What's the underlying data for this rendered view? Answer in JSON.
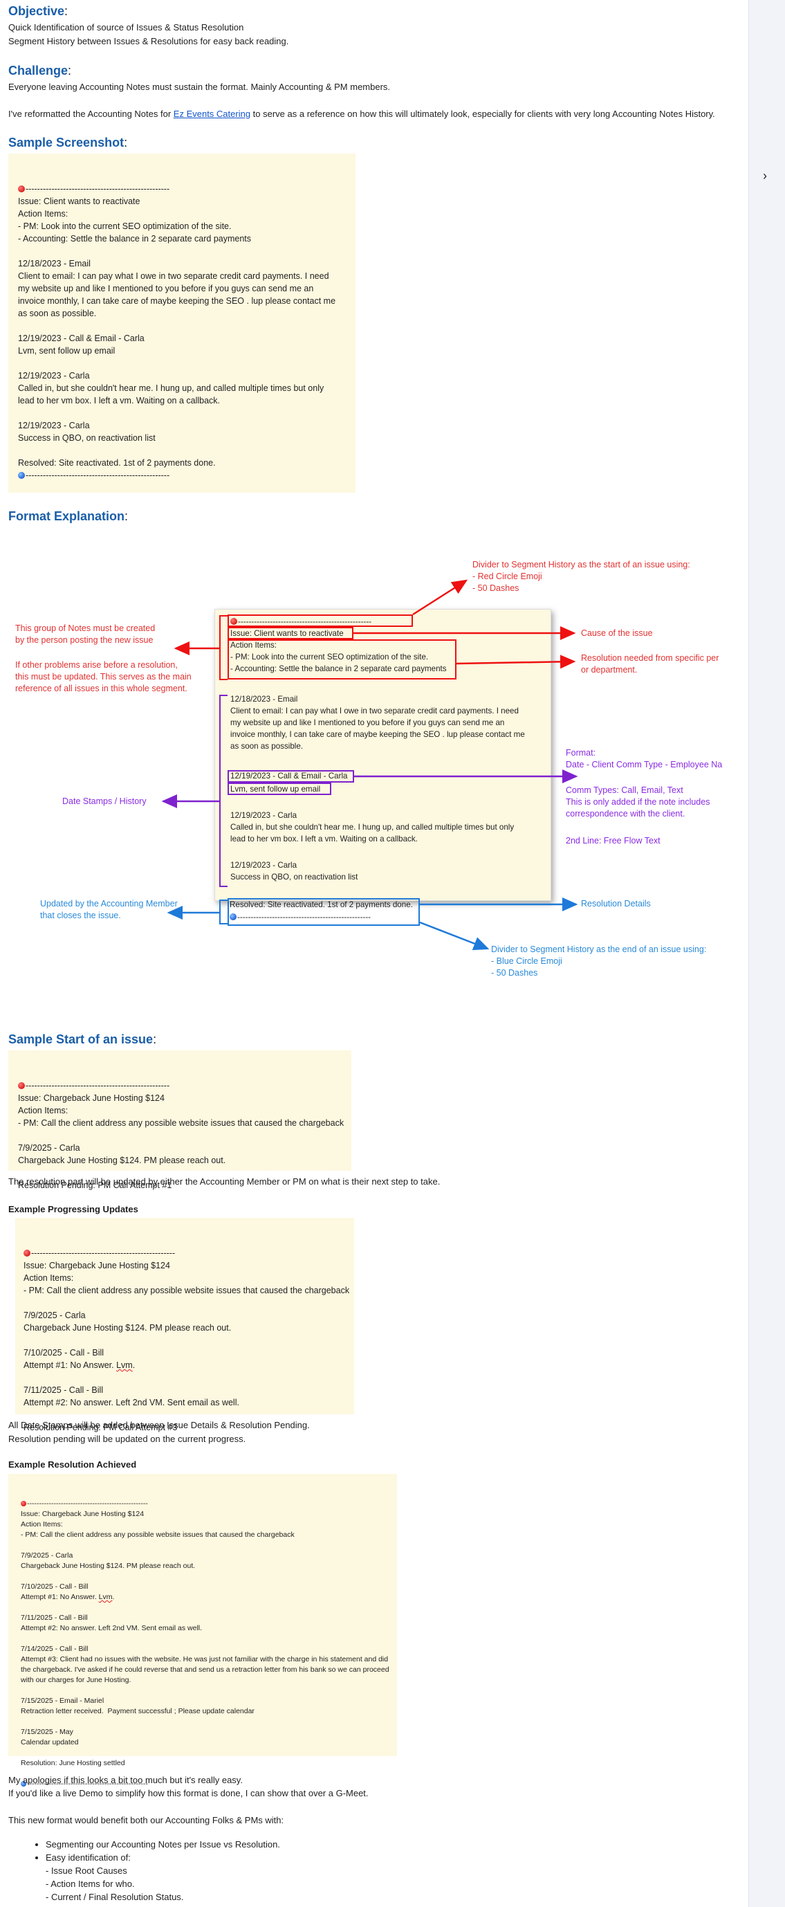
{
  "objective": {
    "title": "Objective",
    "lines": [
      "Quick Identification of source of Issues & Status Resolution",
      "Segment History between Issues & Resolutions for easy back reading."
    ]
  },
  "challenge": {
    "title": "Challenge",
    "line1": "Everyone leaving Accounting Notes must sustain the format. Mainly Accounting & PM members.",
    "line2_before": "I've reformatted the Accounting Notes for ",
    "link": "Ez Events Catering",
    "line2_after": " to serve as a reference on how this will ultimately look, especially for clients with very long Accounting Notes History."
  },
  "sample_screenshot": {
    "title": "Sample Screenshot",
    "dashes": "--------------------------------------------------",
    "body": "Issue: Client wants to reactivate\nAction Items:\n- PM: Look into the current SEO optimization of the site.\n- Accounting: Settle the balance in 2 separate card payments\n\n12/18/2023 - Email\nClient to email: I can pay what I owe in two separate credit card payments. I need\nmy website up and like I mentioned to you before if you guys can send me an\ninvoice monthly, I can take care of maybe keeping the SEO . lup please contact me\nas soon as possible.\n\n12/19/2023 - Call & Email - Carla\nLvm, sent follow up email\n\n12/19/2023 - Carla\nCalled in, but she couldn't hear me. I hung up, and called multiple times but only\nlead to her vm box. I left a vm. Waiting on a callback.\n\n12/19/2023 - Carla\nSuccess in QBO, on reactivation list\n\nResolved: Site reactivated. 1st of 2 payments done."
  },
  "format_explanation": {
    "title": "Format Explanation",
    "card": {
      "dashes": "--------------------------------------------------",
      "issue": "Issue: Client wants to reactivate",
      "actions_label": "Action Items:",
      "action1": "- PM: Look into the current SEO optimization of the site.",
      "action2": "- Accounting: Settle the balance in 2 separate card payments",
      "h1": "12/18/2023 - Email",
      "h1_text": [
        "Client to email: I can pay what I owe in two separate credit card payments. I need",
        "my website up and like I mentioned to you before if you guys can send me an",
        "invoice monthly, I can take care of maybe keeping the SEO . lup please contact me",
        "as soon as possible."
      ],
      "h2": "12/19/2023 - Call & Email - Carla",
      "h2_text": "Lvm, sent follow up email",
      "h3": "12/19/2023 - Carla",
      "h3_text": [
        "Called in, but she couldn't hear me. I hung up, and called multiple times but only",
        "lead to her vm box. I left a vm. Waiting on a callback."
      ],
      "h4": "12/19/2023 - Carla",
      "h4_text": "Success in QBO, on reactivation list",
      "resolved": "Resolved: Site reactivated. 1st of 2 payments done."
    },
    "annotations": {
      "divider_start": "Divider to Segment History as the start of an issue using:\n- Red Circle Emoji\n- 50 Dashes",
      "group_created": "This group of Notes must be created\nby the person posting the new issue",
      "other_problems": "If other problems arise before a resolution,\nthis must be updated. This serves as the main\nreference of all issues in this whole segment.",
      "cause": "Cause of the issue",
      "resolution_needed": "Resolution needed from specific per\nor department.",
      "format": "Format:\nDate - Client Comm Type - Employee Na",
      "comm_types": "Comm Types: Call, Email, Text\nThis is only added if the note includes\ncorrespondence with the client.",
      "second_line": "2nd Line: Free Flow Text",
      "date_stamps": "Date Stamps / History",
      "updated_by": "Updated by the Accounting Member\nthat closes the issue.",
      "resolution_details": "Resolution Details",
      "divider_end": "Divider to Segment History as the end of an issue using:\n- Blue Circle Emoji\n- 50 Dashes"
    },
    "colors": {
      "red": "#e23232",
      "purple": "#8a2be2",
      "blue": "#2a8ad8"
    }
  },
  "sample_start": {
    "title": "Sample Start of an issue",
    "dashes": "--------------------------------------------------",
    "body": "Issue: Chargeback June Hosting $124\nAction Items:\n- PM: Call the client address any possible website issues that caused the chargeback\n\n7/9/2025 - Carla\nChargeback June Hosting $124. PM please reach out.\n\nResolution Pending: PM Call Attempt #1",
    "after": "The resolution part will be updated by either the Accounting Member or PM on what is their next step to take."
  },
  "progressing": {
    "title": "Example Progressing Updates",
    "dashes": "--------------------------------------------------",
    "body_top": "Issue: Chargeback June Hosting $124\nAction Items:\n- PM: Call the client address any possible website issues that caused the chargeback\n\n7/9/2025 - Carla\nChargeback June Hosting $124. PM please reach out.\n\n7/10/2025 - Call - Bill\nAttempt #1: No Answer. ",
    "lvm": "Lvm",
    "body_bottom": ".\n\n7/11/2025 - Call - Bill\nAttempt #2: No answer. Left 2nd VM. Sent email as well.\n\nResolution Pending: PM Call Attempt #3",
    "after1": "All Date Stamps will be added between Issue Details & Resolution Pending.",
    "after2": "Resolution pending will be updated on the current progress."
  },
  "resolution": {
    "title": "Example Resolution Achieved",
    "dashes": "--------------------------------------------------",
    "body_top": "Issue: Chargeback June Hosting $124\nAction Items:\n- PM: Call the client address any possible website issues that caused the chargeback\n\n7/9/2025 - Carla\nChargeback June Hosting $124. PM please reach out.\n\n7/10/2025 - Call - Bill\nAttempt #1: No Answer. ",
    "lvm": "Lvm",
    "body_bottom": ".\n\n7/11/2025 - Call - Bill\nAttempt #2: No answer. Left 2nd VM. Sent email as well.\n\n7/14/2025 - Call - Bill\nAttempt #3: Client had no issues with the website. He was just not familiar with the charge in his statement and did\nthe chargeback. I've asked if he could reverse that and send us a retraction letter from his bank so we can proceed\nwith our charges for June Hosting.\n\n7/15/2025 - Email - Mariel\nRetraction letter received.  Payment successful ; Please update calendar\n\n7/15/2025 - May\nCalendar updated\n\nResolution: June Hosting settled"
  },
  "closing": {
    "line1": "My apologies if this looks a bit too much but it's really easy.",
    "line2": "If you'd like a live Demo to simplify how this format is done, I can show that over a G-Meet.",
    "line3": "This new format would benefit both our Accounting Folks & PMs with:",
    "bullets": [
      "Segmenting our Accounting Notes per Issue vs Resolution.",
      "Easy identification of:\n- Issue Root Causes\n- Action Items for who.\n- Current / Final Resolution Status."
    ]
  },
  "icons": {
    "rail": "chevron-right-icon"
  }
}
